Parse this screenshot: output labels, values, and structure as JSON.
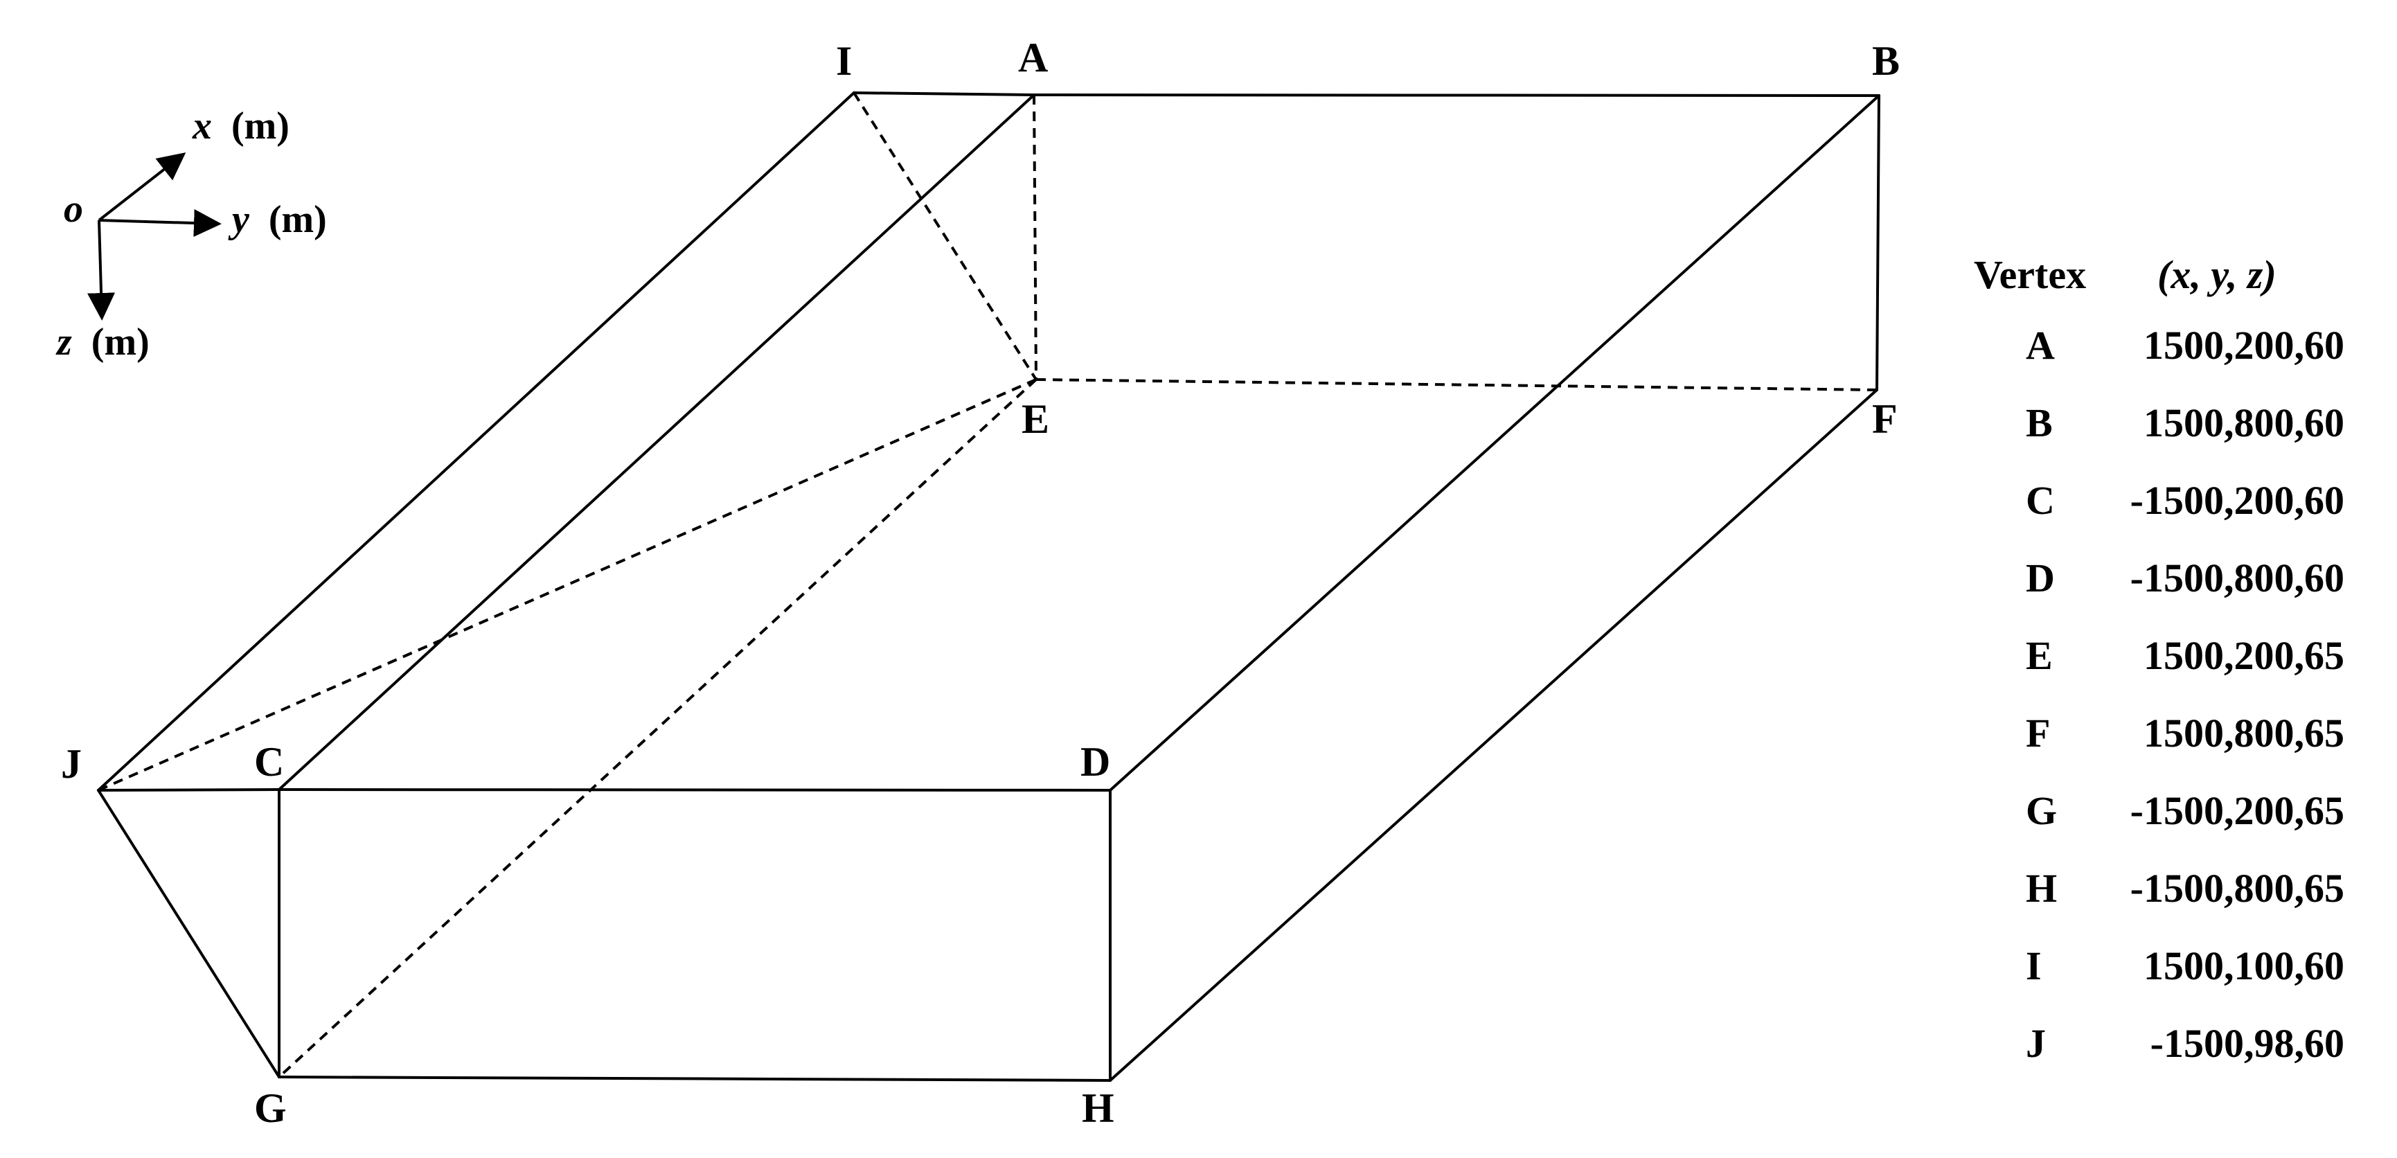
{
  "axes": {
    "origin": "o",
    "x": {
      "var": "x",
      "unit": "(m)"
    },
    "y": {
      "var": "y",
      "unit": "(m)"
    },
    "z": {
      "var": "z",
      "unit": "(m)"
    }
  },
  "vertex_labels": {
    "A": "A",
    "B": "B",
    "C": "C",
    "D": "D",
    "E": "E",
    "F": "F",
    "G": "G",
    "H": "H",
    "I": "I",
    "J": "J"
  },
  "table": {
    "header_vertex": "Vertex",
    "header_coords": "(x, y, z)",
    "rows": [
      {
        "name": "A",
        "coords": "1500,200,60"
      },
      {
        "name": "B",
        "coords": "1500,800,60"
      },
      {
        "name": "C",
        "coords": "-1500,200,60"
      },
      {
        "name": "D",
        "coords": "-1500,800,60"
      },
      {
        "name": "E",
        "coords": "1500,200,65"
      },
      {
        "name": "F",
        "coords": "1500,800,65"
      },
      {
        "name": "G",
        "coords": "-1500,200,65"
      },
      {
        "name": "H",
        "coords": "-1500,800,65"
      },
      {
        "name": "I",
        "coords": "1500,100,60"
      },
      {
        "name": "J",
        "coords": "-1500,98,60"
      }
    ]
  },
  "edges": [
    {
      "from": "I",
      "to": "A",
      "style": "solid"
    },
    {
      "from": "A",
      "to": "B",
      "style": "solid"
    },
    {
      "from": "I",
      "to": "J",
      "style": "solid"
    },
    {
      "from": "A",
      "to": "C",
      "style": "solid"
    },
    {
      "from": "B",
      "to": "D",
      "style": "solid"
    },
    {
      "from": "B",
      "to": "F",
      "style": "solid"
    },
    {
      "from": "J",
      "to": "C",
      "style": "solid"
    },
    {
      "from": "C",
      "to": "D",
      "style": "solid"
    },
    {
      "from": "J",
      "to": "G",
      "style": "solid"
    },
    {
      "from": "C",
      "to": "G",
      "style": "solid"
    },
    {
      "from": "D",
      "to": "H",
      "style": "solid"
    },
    {
      "from": "G",
      "to": "H",
      "style": "solid"
    },
    {
      "from": "F",
      "to": "H",
      "style": "solid"
    },
    {
      "from": "I",
      "to": "E",
      "style": "dashed"
    },
    {
      "from": "A",
      "to": "E",
      "style": "dashed"
    },
    {
      "from": "E",
      "to": "F",
      "style": "dashed"
    },
    {
      "from": "E",
      "to": "J",
      "style": "dashed"
    },
    {
      "from": "E",
      "to": "G",
      "style": "dashed"
    }
  ]
}
